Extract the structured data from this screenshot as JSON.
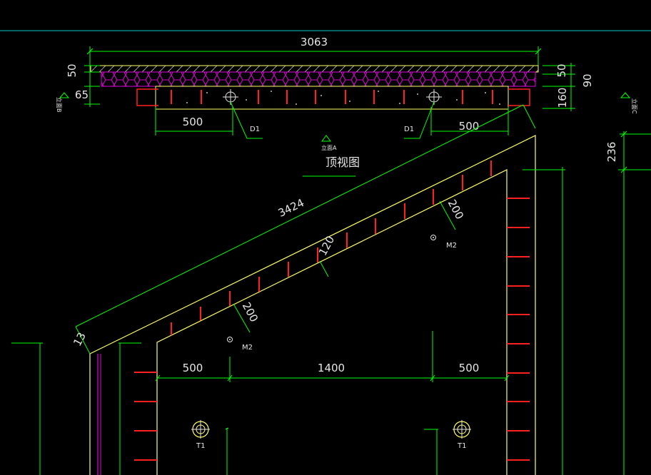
{
  "drawing": {
    "title": "顶视图",
    "view_marker": "立面A",
    "side_marker_left": "立面B",
    "side_marker_right": "立面C"
  },
  "dimensions": {
    "overall_width": "3063",
    "top_slab_thickness": "50",
    "top_right_thickness": "50",
    "left_lower": "65",
    "right_total": "90",
    "right_lower": "160",
    "top_left_offset": "500",
    "top_right_offset": "500",
    "vertical_side": "236",
    "slope_length": "3424",
    "slope_offset": "13",
    "rib_spacing_1": "200",
    "rib_spacing_2": "120",
    "rib_spacing_3": "200",
    "bottom_left": "500",
    "bottom_middle": "1400",
    "bottom_right": "500"
  },
  "labels": {
    "d1_left": "D1",
    "d1_right": "D1",
    "m2_upper": "M2",
    "m2_lower": "M2",
    "t1_left": "T1",
    "t1_right": "T1"
  },
  "colors": {
    "background": "#000000",
    "dimension_line": "#00ff00",
    "outline": "#ffff66",
    "insulation": "#e000e0",
    "rebar": "#ff2020",
    "grid_line": "#00c8c8",
    "text": "#e6e6e6"
  }
}
